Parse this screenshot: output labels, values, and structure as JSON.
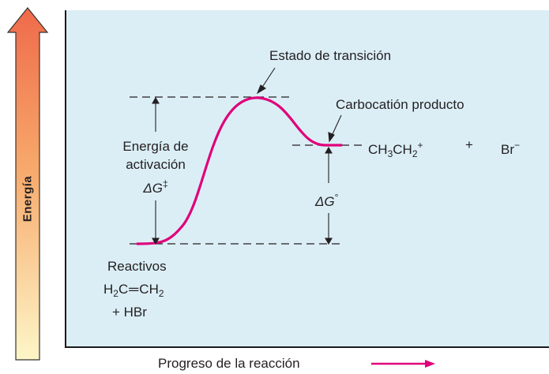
{
  "axes": {
    "y_label": "Energía",
    "x_label": "Progreso de la reacción"
  },
  "labels": {
    "transition_state": "Estado de transición",
    "carbocation_product": "Carbocatión producto",
    "activation_energy_line1": "Energía de",
    "activation_energy_line2": "activación",
    "activation_energy_symbol": "ΔG",
    "activation_energy_super": "‡",
    "delta_g_symbol": "ΔG",
    "delta_g_super": "°",
    "reactants_title": "Reactivos",
    "reactant_ethylene_left": "H",
    "reactant_ethylene_sub1": "2",
    "reactant_ethylene_mid": "C",
    "reactant_ethylene_bond": "═",
    "reactant_ethylene_right": "CH",
    "reactant_ethylene_sub2": "2",
    "reactant_hbr": "+ HBr",
    "product_ch3": "CH",
    "product_sub3": "3",
    "product_ch2": "CH",
    "product_sub2": "2",
    "product_charge": "+",
    "plus_sign": "+",
    "bromide": "Br",
    "bromide_charge": "−"
  },
  "colors": {
    "curve": "#e0007a",
    "panel": "#dbeef6",
    "arrow_top": "#ef6a4a",
    "arrow_bottom": "#fdf6c8"
  }
}
